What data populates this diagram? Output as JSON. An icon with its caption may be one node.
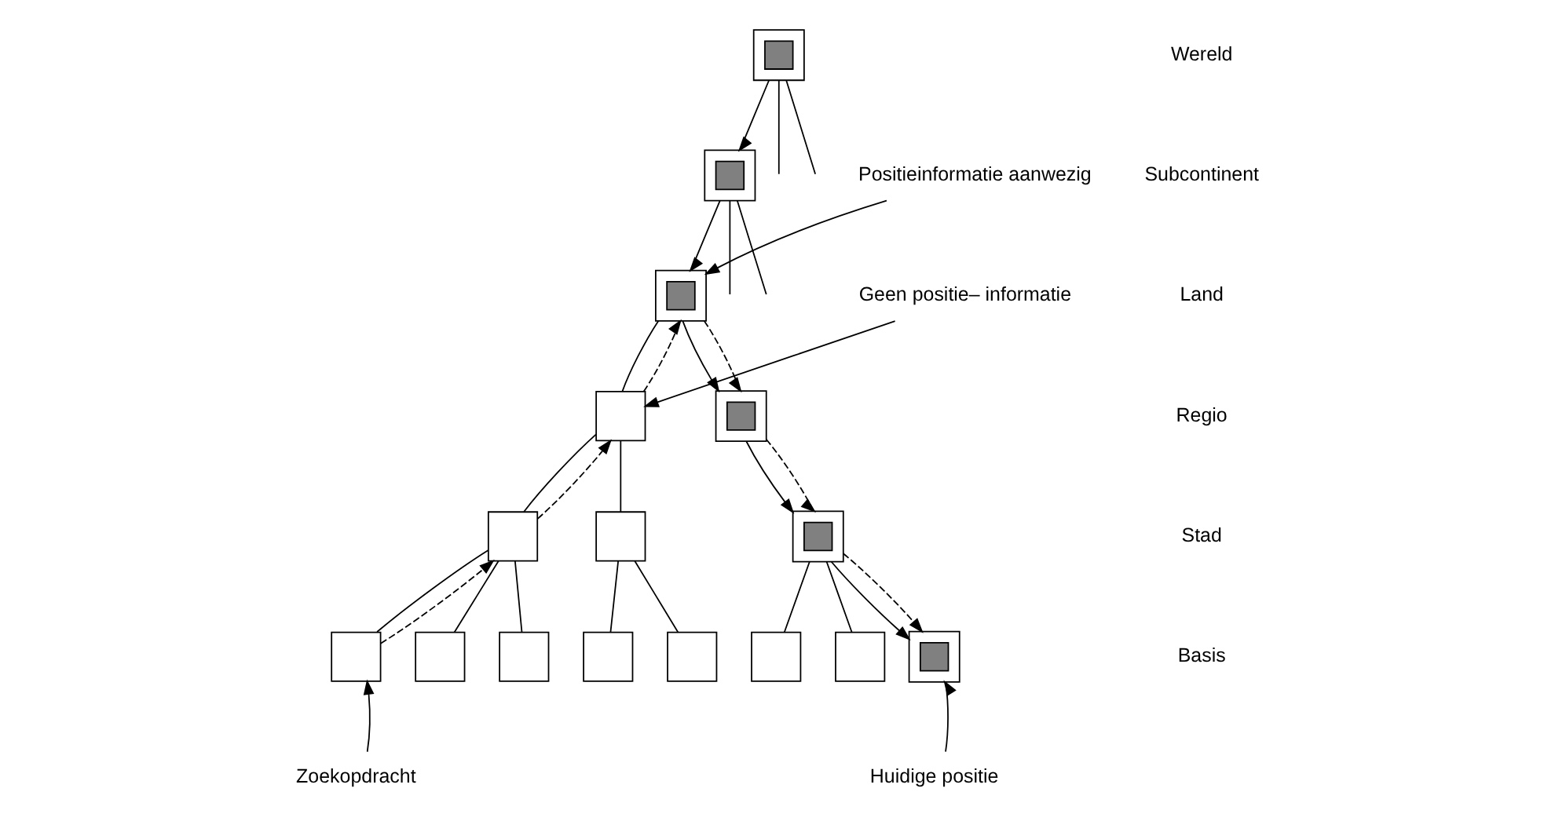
{
  "diagram": {
    "nodes": [
      {
        "text": [],
        "shape": "box"
      },
      {
        "text": [],
        "shape": "box",
        "in": 0
      },
      {
        "text": [],
        "shape": "box"
      },
      {
        "text": [],
        "shape": "box",
        "in": 2
      },
      {
        "text": [],
        "shape": "box"
      },
      {
        "text": [],
        "shape": "box",
        "in": 4
      },
      {
        "text": [],
        "shape": "box"
      },
      {
        "text": [],
        "shape": "box"
      },
      {
        "text": [],
        "shape": "box",
        "in": 7
      },
      {
        "text": [],
        "shape": "box"
      },
      {
        "text": [],
        "shape": "box"
      },
      {
        "text": [],
        "shape": "box"
      },
      {
        "text": [],
        "shape": "box",
        "in": 11
      },
      {
        "text": [],
        "shape": "box"
      },
      {
        "text": [],
        "shape": "box"
      },
      {
        "text": [],
        "shape": "box"
      },
      {
        "text": [],
        "shape": "box"
      },
      {
        "text": [],
        "shape": "box"
      },
      {
        "text": [],
        "shape": "box"
      },
      {
        "text": [],
        "shape": "box"
      },
      {
        "text": [],
        "shape": "box"
      },
      {
        "text": [],
        "shape": "box",
        "in": 20
      },
      {
        "text": [
          "Positieinformatie aanwezig"
        ]
      },
      {
        "text": [
          "Geen positie– informatie"
        ]
      },
      {
        "text": [
          "Zoekopdracht"
        ]
      },
      {
        "text": [
          "Huidige positie"
        ]
      }
    ],
    "edges": [
      {
        "from": 0,
        "to": 2,
        "arrow": "to"
      },
      {
        "from": 0,
        "to": null,
        "arrow": "none"
      },
      {
        "from": 0,
        "to": null,
        "arrow": "none"
      },
      {
        "from": 2,
        "to": 4,
        "arrow": "to"
      },
      {
        "from": 2,
        "to": null,
        "arrow": "none"
      },
      {
        "from": 2,
        "to": null,
        "arrow": "none"
      },
      {
        "from": 4,
        "to": 6,
        "arrow": "none"
      },
      {
        "from": 4,
        "to": 7,
        "arrow": "to"
      },
      {
        "from": 6,
        "to": 9,
        "arrow": "none"
      },
      {
        "from": 6,
        "to": 10,
        "arrow": "none"
      },
      {
        "from": 7,
        "to": 11,
        "arrow": "to"
      },
      {
        "from": 9,
        "to": 13,
        "arrow": "none"
      },
      {
        "from": 9,
        "to": 14,
        "arrow": "none"
      },
      {
        "from": 9,
        "to": 15,
        "arrow": "none"
      },
      {
        "from": 10,
        "to": 16,
        "arrow": "none"
      },
      {
        "from": 10,
        "to": 17,
        "arrow": "none"
      },
      {
        "from": 11,
        "to": 18,
        "arrow": "none"
      },
      {
        "from": 11,
        "to": 19,
        "arrow": "none"
      },
      {
        "from": 11,
        "to": 20,
        "arrow": "to"
      },
      {
        "from": 13,
        "to": 9,
        "arrow": "to",
        "style": "dashed"
      },
      {
        "from": 9,
        "to": 6,
        "arrow": "to",
        "style": "dashed"
      },
      {
        "from": 6,
        "to": 4,
        "arrow": "to",
        "style": "dashed"
      },
      {
        "from": 4,
        "to": 7,
        "arrow": "to",
        "style": "dashed"
      },
      {
        "from": 7,
        "to": 11,
        "arrow": "to",
        "style": "dashed"
      },
      {
        "from": 11,
        "to": 20,
        "arrow": "to",
        "style": "dashed"
      },
      {
        "from": 22,
        "to": 4,
        "arrow": "to"
      },
      {
        "from": 23,
        "to": 6,
        "arrow": "to"
      },
      {
        "from": 24,
        "to": 13,
        "arrow": "to"
      },
      {
        "from": 25,
        "to": 20,
        "arrow": "to"
      }
    ],
    "labels": [
      "Wereld",
      "Subcontinent",
      "Land",
      "Regio",
      "Stad",
      "Basis"
    ]
  }
}
